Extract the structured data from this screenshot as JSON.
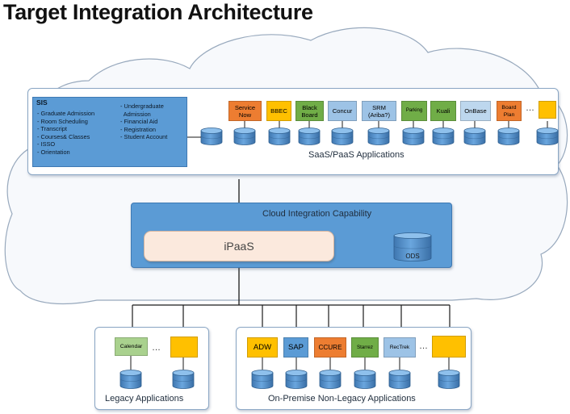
{
  "title": "Target Integration Architecture",
  "sis": {
    "title": "SIS",
    "left_items": [
      "- Graduate Admission",
      "- Room Scheduling",
      "- Transcript",
      "- Courses& Classes",
      "- ISSO",
      "- Orientation"
    ],
    "right_items": [
      "- Undergraduate",
      "  Admission",
      "- Financial Aid",
      "- Registration",
      "- Student Account"
    ]
  },
  "saas": {
    "label": "SaaS/PaaS Applications",
    "apps": [
      {
        "label": "Service Now",
        "color": "#ed7d31"
      },
      {
        "label": "BBEC",
        "color": "#ffc000"
      },
      {
        "label": "Black Board",
        "color": "#70ad47"
      },
      {
        "label": "Concur",
        "color": "#9dc3e6"
      },
      {
        "label": "SRM (Ariba?)",
        "color": "#9dc3e6"
      },
      {
        "label": "Parking",
        "color": "#70ad47"
      },
      {
        "label": "Kuali",
        "color": "#70ad47"
      },
      {
        "label": "OnBase",
        "color": "#bdd7ee"
      },
      {
        "label": "Board Plan",
        "color": "#ed7d31"
      },
      {
        "label": "",
        "color": "#ffc000"
      }
    ],
    "ellipsis": "…"
  },
  "cloud_integration": {
    "label": "Cloud Integration Capability",
    "ipaas": "iPaaS",
    "ods": "ODS"
  },
  "legacy": {
    "label": "Legacy Applications",
    "apps": [
      {
        "label": "Calendar",
        "color": "#a9d18e"
      },
      {
        "label": "",
        "color": "#ffc000"
      }
    ],
    "ellipsis": "…"
  },
  "onprem": {
    "label": "On-Premise Non-Legacy Applications",
    "apps": [
      {
        "label": "ADW",
        "color": "#ffc000"
      },
      {
        "label": "SAP",
        "color": "#5b9bd5"
      },
      {
        "label": "CCURE",
        "color": "#ed7d31"
      },
      {
        "label": "Starrez",
        "color": "#70ad47"
      },
      {
        "label": "RecTrek",
        "color": "#9dc3e6"
      },
      {
        "label": "",
        "color": "#ffc000"
      }
    ],
    "ellipsis": "…"
  },
  "colors": {
    "db_fill": "#5b9bd5",
    "db_stroke": "#2f5f8f",
    "line": "#1a1a1a"
  }
}
